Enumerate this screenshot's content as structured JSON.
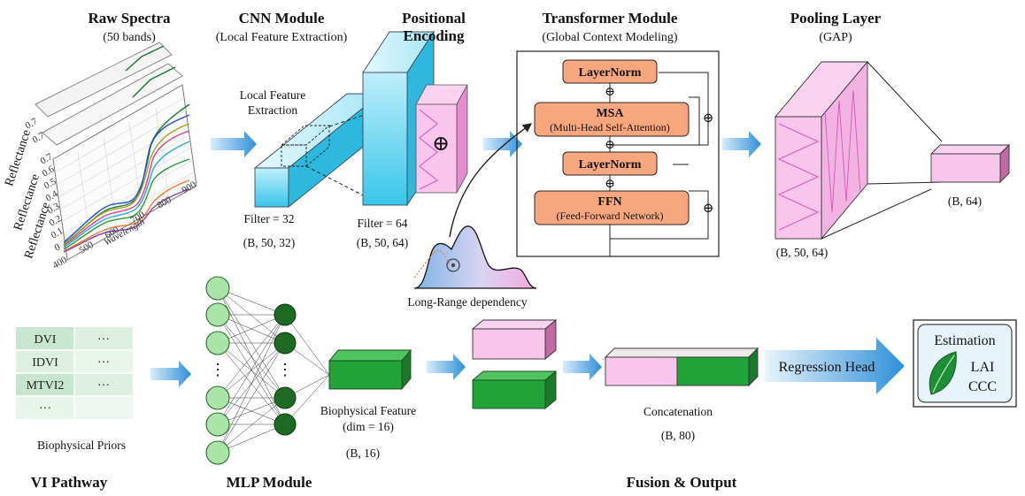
{
  "raw_spectra": {
    "title": "Raw Spectra",
    "subtitle": "(50 bands)",
    "y_label": "Reflectance",
    "x_label": "Wavelength",
    "y_ticks_back": [
      "0.7",
      "0.7"
    ],
    "y_ticks": [
      "0.7",
      "0.6",
      "0.5",
      "0.4",
      "0.3",
      "0.2",
      "0.1",
      "0"
    ],
    "x_ticks": [
      "400",
      "500",
      "600",
      "700",
      "800",
      "900"
    ]
  },
  "cnn": {
    "title": "CNN Module",
    "subtitle": "(Local Feature Extraction)",
    "local_label_line1": "Local Feature",
    "local_label_line2": "Extraction",
    "filter1": "Filter = 32",
    "shape1": "(B, 50, 32)",
    "filter2": "Filter = 64",
    "shape2": "(B, 50, 64)"
  },
  "positional": {
    "title_line1": "Positional",
    "title_line2": "Encoding",
    "plus_symbol": "⊕"
  },
  "transformer": {
    "title": "Transformer Module",
    "subtitle": "(Global Context Modeling)",
    "layernorm_top": "LayerNorm",
    "msa_title": "MSA",
    "msa_sub": "(Multi-Head Self-Attention)",
    "layernorm_mid": "LayerNorm",
    "ffn_title": "FFN",
    "ffn_sub": "(Feed-Forward Network)",
    "dependency_label": "Long-Range dependency"
  },
  "pooling": {
    "title": "Pooling Layer",
    "subtitle": "(GAP)",
    "shape_in": "(B, 50, 64)",
    "shape_out": "(B, 64)"
  },
  "vi": {
    "rows": [
      [
        "DVI",
        "···"
      ],
      [
        "IDVI",
        "···"
      ],
      [
        "MTVI2",
        "···"
      ],
      [
        "···",
        ""
      ]
    ],
    "caption": "Biophysical Priors",
    "title": "VI Pathway"
  },
  "mlp": {
    "title": "MLP Module",
    "feature_line1": "Biophysical Feature",
    "feature_line2": "(dim = 16)",
    "shape": "(B, 16)"
  },
  "fusion": {
    "concat_label": "Concatenation",
    "concat_shape": "(B, 80)",
    "title": "Fusion & Output",
    "regression_label": "Regression Head"
  },
  "estimation": {
    "title": "Estimation",
    "lai": "LAI",
    "ccc": "CCC"
  },
  "colors": {
    "cyan": "#3cc8ea",
    "pink": "#f4a6e0",
    "orange": "#f7a67d",
    "green": "#22a33a",
    "arrow_blue": "#2f8fd8"
  }
}
